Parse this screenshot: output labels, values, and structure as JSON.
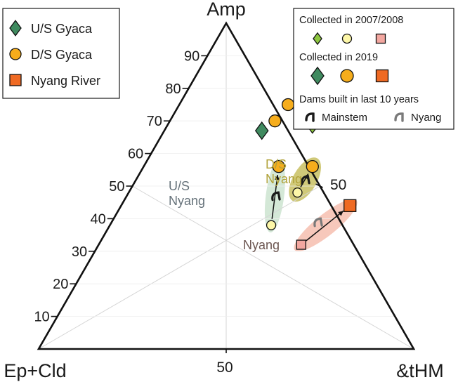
{
  "chart_data": {
    "type": "scatter",
    "subtype": "ternary",
    "axes": {
      "top": "Amp",
      "left": "Ep+Cld",
      "right": "&tHM"
    },
    "ticks": {
      "amp": [
        10,
        20,
        30,
        40,
        50,
        60,
        70,
        80,
        90
      ],
      "bottom_label": "50",
      "right_label": "50"
    },
    "grid": true,
    "legend_left": {
      "placement": "top-left",
      "entries": [
        {
          "label": "U/S Gyaca",
          "marker": "diamond",
          "color": "#3f8a5f"
        },
        {
          "label": "D/S Gyaca",
          "marker": "circle",
          "color": "#f6ad1c"
        },
        {
          "label": "Nyang River",
          "marker": "square",
          "color": "#ef6a23"
        }
      ]
    },
    "legend_right": {
      "placement": "top-right",
      "title_2007": "Collected in 2007/2008",
      "title_2019": "Collected in 2019",
      "title_dams": "Dams built in last 10 years",
      "mainstem": "Mainstem",
      "nyang": "Nyang"
    },
    "colors": {
      "us_2019": "#3f8a5f",
      "us_2007": "#8dc63f",
      "ds_2019": "#f6ad1c",
      "ds_2007": "#fdf7a8",
      "ny_2019": "#ef6a23",
      "ny_2007": "#f3a7a0",
      "band_us": "#cfe6d3",
      "band_ds": "#cbc36a",
      "band_ny": "#f6c2b4",
      "dam_mainstem": "#1a1a1a",
      "dam_nyang": "#7a7a7a"
    },
    "series": [
      {
        "name": "U/S Gyaca",
        "marker": "diamond",
        "points": [
          {
            "year": "2019",
            "amp": 67,
            "right": 26
          },
          {
            "year": "2007/2008",
            "amp": 68,
            "right": 39
          }
        ]
      },
      {
        "name": "D/S Gyaca",
        "marker": "circle",
        "points": [
          {
            "year": "2019",
            "amp": 75,
            "right": 29
          },
          {
            "year": "2019",
            "amp": 70,
            "right": 28
          },
          {
            "year": "2019",
            "amp": 56,
            "right": 36
          },
          {
            "year": "2019",
            "amp": 56,
            "right": 45
          },
          {
            "year": "2007/2008",
            "amp": 48,
            "right": 45
          },
          {
            "year": "2007/2008",
            "amp": 38,
            "right": 43
          }
        ]
      },
      {
        "name": "Nyang River",
        "marker": "square",
        "points": [
          {
            "year": "2019",
            "amp": 44,
            "right": 61
          },
          {
            "year": "2007/2008",
            "amp": 32,
            "right": 54
          }
        ]
      }
    ],
    "arrows": [
      {
        "from": {
          "amp": 38,
          "right": 43
        },
        "to": {
          "amp": 56,
          "right": 36
        }
      },
      {
        "from": {
          "amp": 48,
          "right": 45
        },
        "to": {
          "amp": 56,
          "right": 45
        }
      },
      {
        "from": {
          "amp": 32,
          "right": 54
        },
        "to": {
          "amp": 44,
          "right": 61
        }
      }
    ],
    "annotations": [
      {
        "text_lines": [
          "U/S",
          "Nyang"
        ],
        "color": "#66727a"
      },
      {
        "text_lines": [
          "D/S",
          "Nyang"
        ],
        "color": "#b1a23a"
      },
      {
        "text_lines": [
          "Nyang"
        ],
        "color": "#6b5550"
      }
    ]
  }
}
